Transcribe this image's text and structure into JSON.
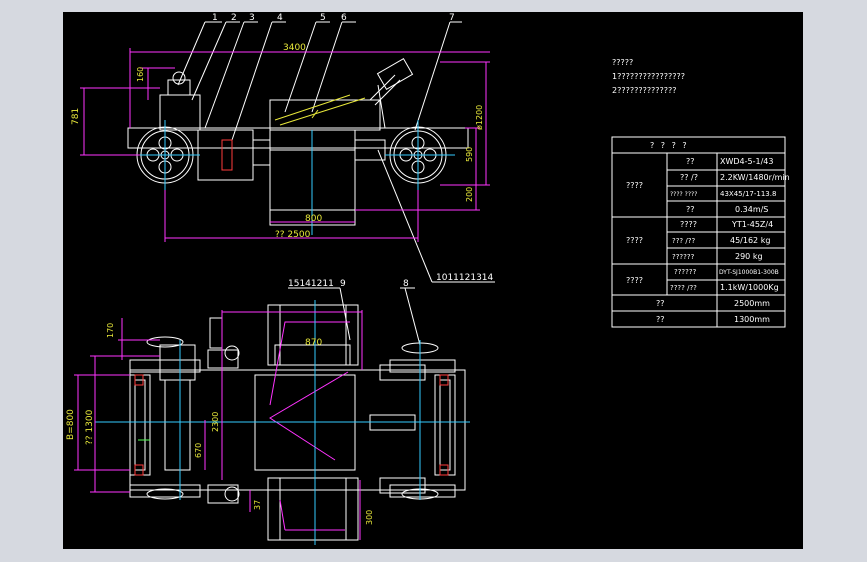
{
  "colors": {
    "background": "#000000",
    "frame": "#d6d9e0",
    "dim_yellow": "#e8e83a",
    "outline_white": "#ffffff",
    "dim_magenta": "#ff33ff",
    "centerline_cyan": "#33ccff",
    "accent_red": "#ff3b3b",
    "accent_green": "#55ff55"
  },
  "part_labels": [
    "1",
    "2",
    "3",
    "4",
    "5",
    "6",
    "7",
    "8",
    "9"
  ],
  "callouts": {
    "group_left": "15141211",
    "group_right": "1011121314"
  },
  "dims_front": {
    "total_length": "3400",
    "height_total": "781",
    "height_top": "160",
    "diameter": "ø1200",
    "height_mid": "590",
    "height_low": "200",
    "hopper_width": "800",
    "wheel_base": "?? 2500"
  },
  "dims_plan": {
    "top_offset": "170",
    "hopper_width": "870",
    "belt_width": "B=800",
    "track": "?? 1300",
    "length_mid": "2300",
    "offset_a": "670",
    "offset_b": "37",
    "bottom": "300"
  },
  "notes": {
    "title": "?????",
    "line1": "1????????????????",
    "line2": "2??????????????"
  },
  "spec_table": {
    "header": "? ? ? ?",
    "groups": [
      {
        "label": "????",
        "rows": [
          {
            "key": "??",
            "value": "XWD4-5-1/43"
          },
          {
            "key": "?? /?",
            "value": "2.2KW/1480r/min"
          },
          {
            "key": "????  ????",
            "value": "43X45/17-113.8"
          },
          {
            "key": "??",
            "value": "0.34m/S"
          }
        ]
      },
      {
        "label": "????",
        "rows": [
          {
            "key": "????",
            "value": "YT1-45Z/4"
          },
          {
            "key": "??? /??",
            "value": "45/162 kg"
          },
          {
            "key": "??????",
            "value": "290 kg"
          }
        ]
      },
      {
        "label": "????",
        "rows": [
          {
            "key": "??????",
            "value": "DYT-SJ1000B1-300B"
          },
          {
            "key": "????  /??",
            "value": "1.1kW/1000Kg"
          }
        ]
      }
    ],
    "footer_rows": [
      {
        "key": "??",
        "value": "2500mm"
      },
      {
        "key": "??",
        "value": "1300mm"
      }
    ]
  }
}
